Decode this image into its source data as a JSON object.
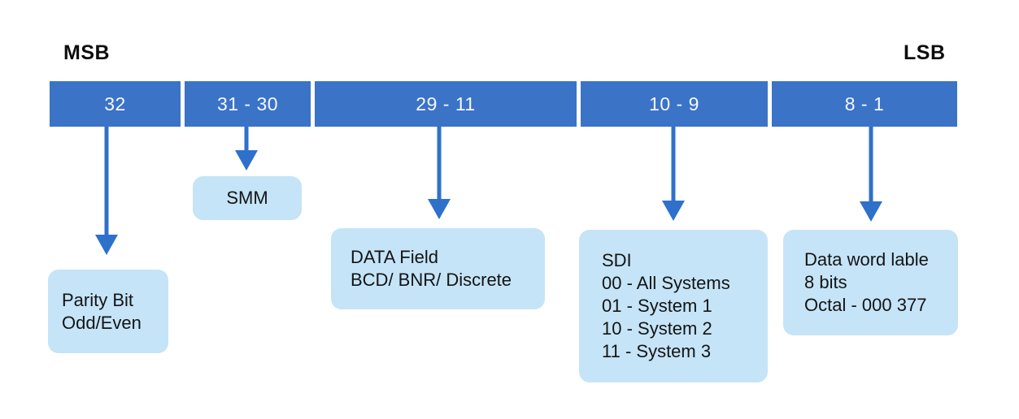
{
  "labels": {
    "msb": "MSB",
    "lsb": "LSB"
  },
  "colors": {
    "segment_fill": "#3b73c7",
    "segment_text": "#f4f8fd",
    "arrow": "#2f70cb",
    "callout_fill": "#c5e4f7",
    "callout_text": "#141414",
    "background": "#ffffff"
  },
  "bit_bar": {
    "segments": [
      {
        "label": "32"
      },
      {
        "label": "31 - 30"
      },
      {
        "label": "29 - 11"
      },
      {
        "label": "10 - 9"
      },
      {
        "label": "8 - 1"
      }
    ]
  },
  "callouts": [
    {
      "lines": [
        "Parity Bit",
        "Odd/Even"
      ]
    },
    {
      "lines": [
        "SMM"
      ]
    },
    {
      "lines": [
        "DATA Field",
        "BCD/ BNR/ Discrete"
      ]
    },
    {
      "lines": [
        "SDI",
        "00 - All Systems",
        "01 - System 1",
        "10 - System 2",
        "11 - System 3"
      ]
    },
    {
      "lines": [
        "Data word lable",
        "8 bits",
        "Octal - 000 377"
      ]
    }
  ]
}
